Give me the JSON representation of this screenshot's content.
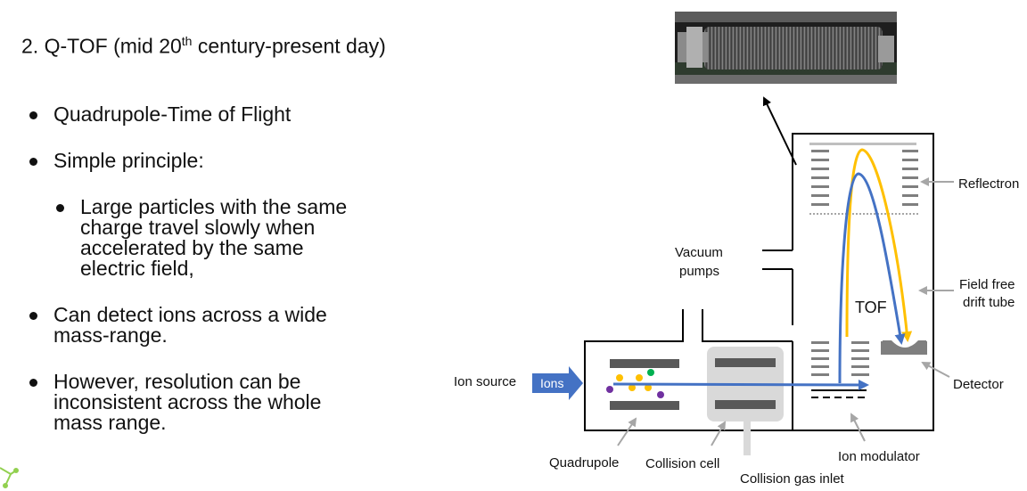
{
  "slide": {
    "title_pre": "2. Q-TOF (mid 20",
    "title_sup": "th",
    "title_post": " century-present day)"
  },
  "bullets": [
    {
      "lines": [
        "Quadrupole-Time of Flight"
      ]
    },
    {
      "lines": [
        "Simple principle:"
      ]
    },
    {
      "lines": [
        "Large particles with the same",
        "charge travel slowly when",
        "accelerated by the same",
        "electric field,"
      ]
    },
    {
      "lines": [
        "Can detect ions across a wide",
        "mass-range."
      ]
    },
    {
      "lines": [
        "However, resolution can be",
        "inconsistent across the whole",
        "mass range."
      ]
    }
  ],
  "diagram": {
    "labels": {
      "vacuum_line1": "Vacuum",
      "vacuum_line2": "pumps",
      "tof": "TOF",
      "reflectron": "Reflectron",
      "drift_line1": "Field free",
      "drift_line2": "drift tube",
      "detector": "Detector",
      "ion_source": "Ion source",
      "ions": "Ions",
      "quadrupole": "Quadrupole",
      "collision_cell": "Collision cell",
      "ion_modulator": "Ion modulator",
      "collision_gas_inlet": "Collision gas inlet"
    },
    "colors": {
      "beam_blue": "#4472c4",
      "beam_yellow": "#ffc000",
      "plate_gray": "#595959",
      "cell_gray": "#d9d9d9",
      "pointer_gray": "#a6a6a6",
      "outline": "#000000",
      "particle_green": "#00b050",
      "particle_purple": "#7030a0"
    }
  }
}
